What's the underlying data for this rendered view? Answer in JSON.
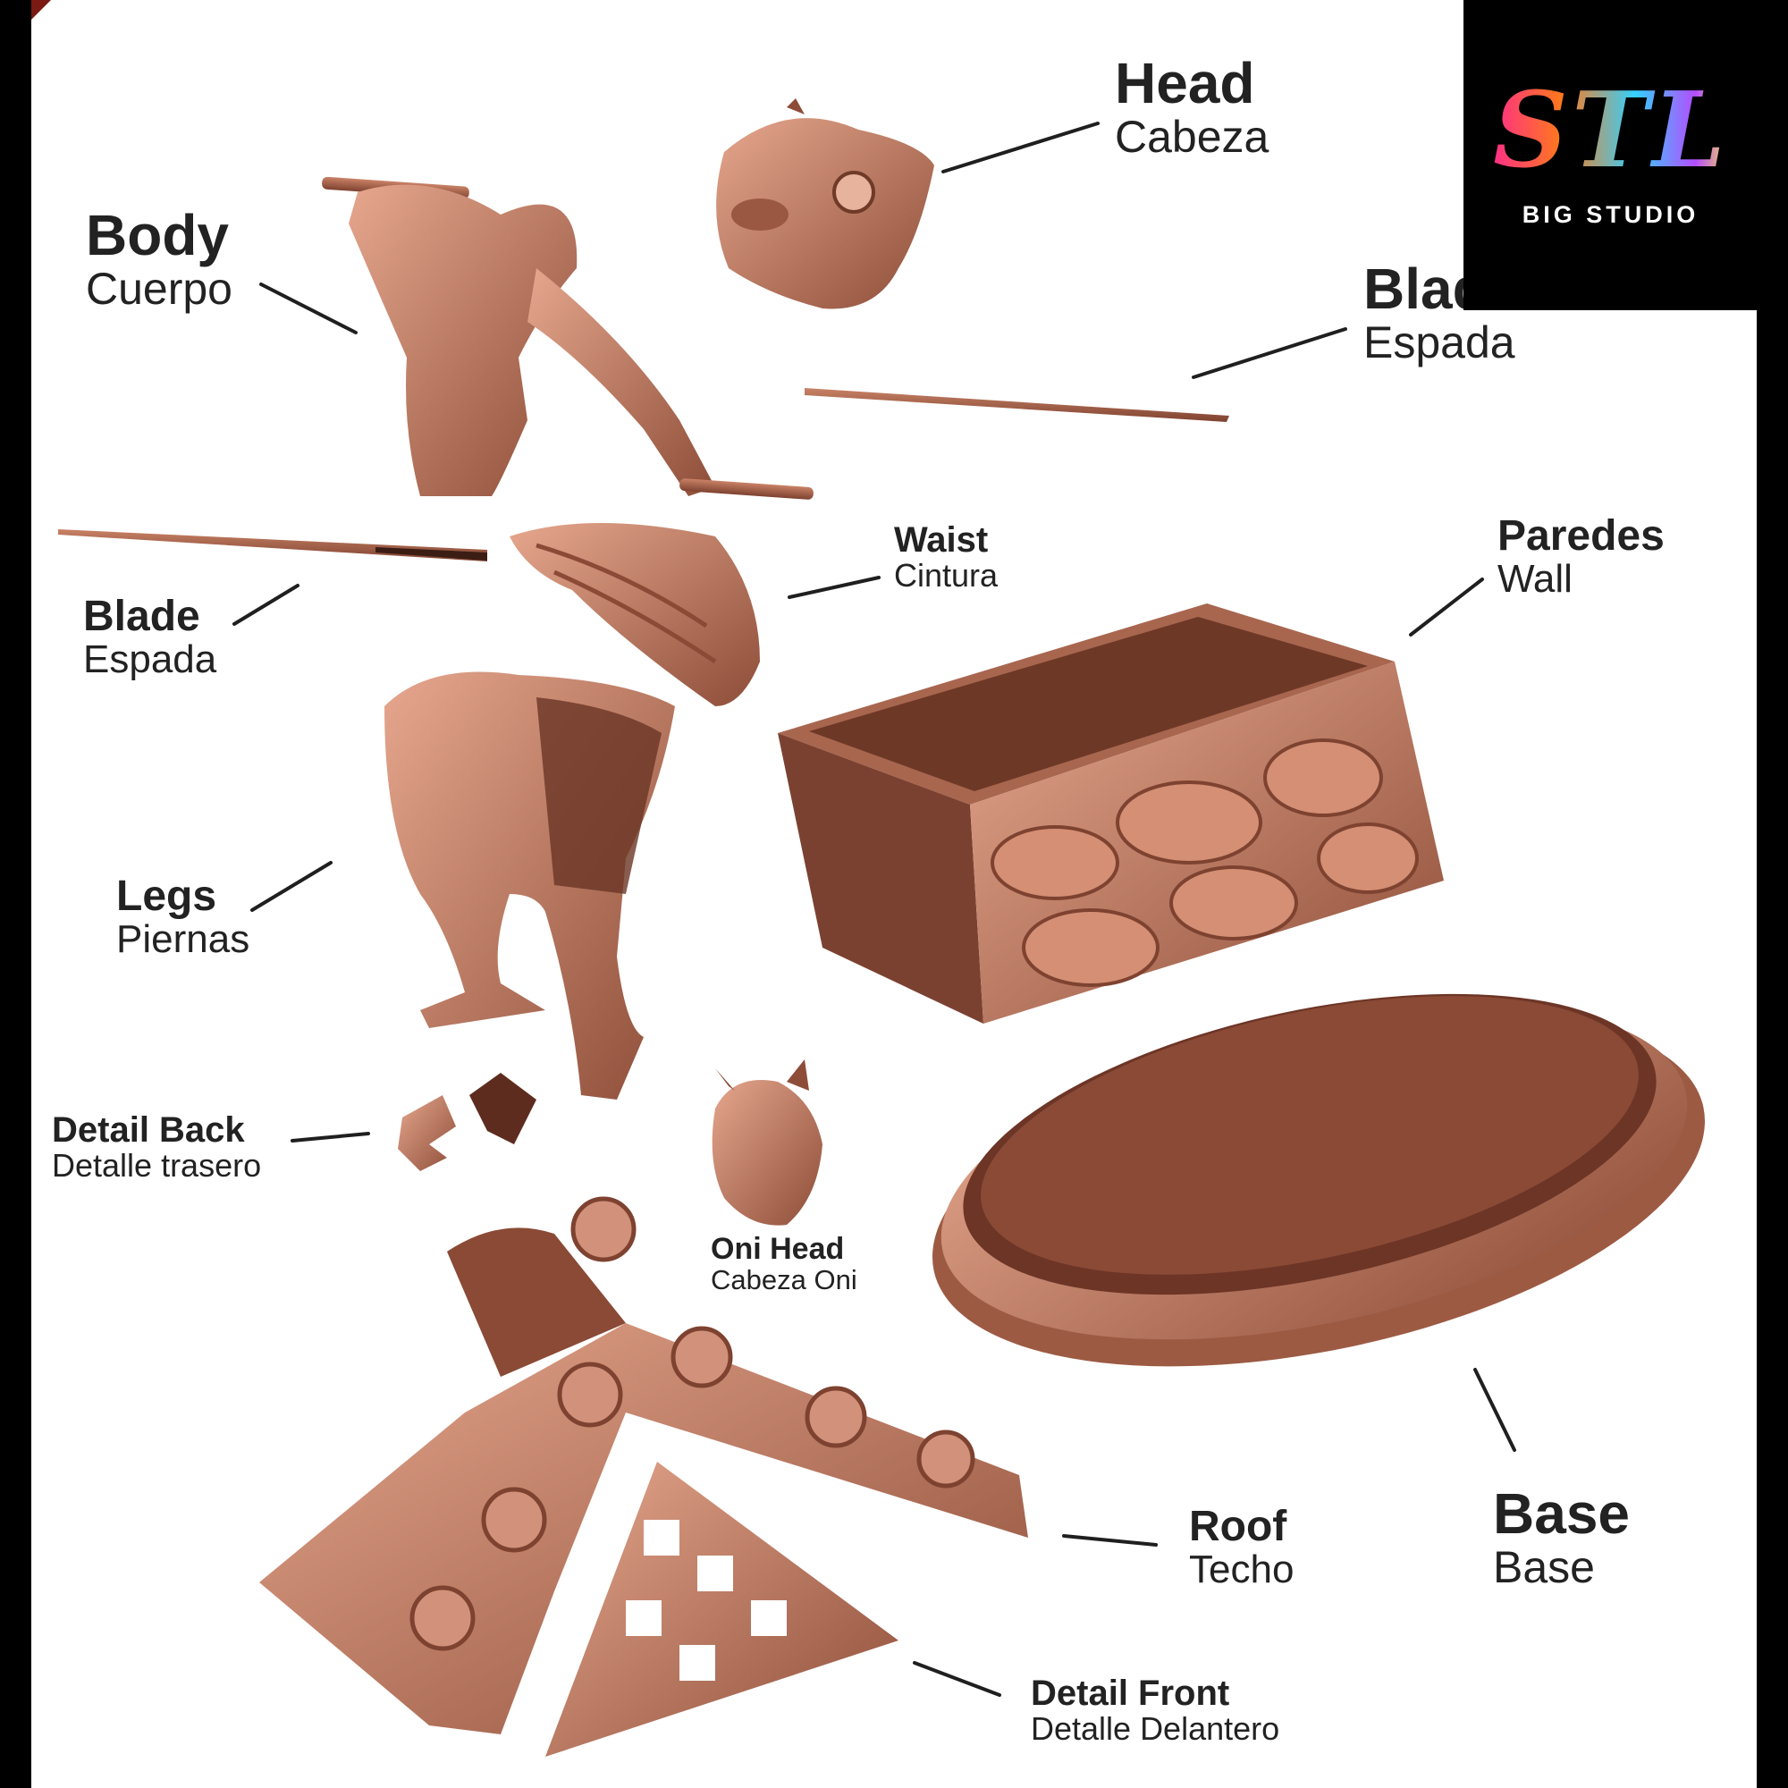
{
  "logo": {
    "mark": "STL",
    "subtitle": "BIG STUDIO"
  },
  "labels": {
    "head": {
      "en": "Head",
      "es": "Cabeza"
    },
    "body": {
      "en": "Body",
      "es": "Cuerpo"
    },
    "blade_top": {
      "en": "Blade",
      "es": "Espada"
    },
    "blade_left": {
      "en": "Blade",
      "es": "Espada"
    },
    "waist": {
      "en": "Waist",
      "es": "Cintura"
    },
    "wall": {
      "en": "Paredes",
      "es": "Wall"
    },
    "legs": {
      "en": "Legs",
      "es": "Piernas"
    },
    "detail_back": {
      "en": "Detail Back",
      "es": "Detalle trasero"
    },
    "oni_head": {
      "en": "Oni Head",
      "es": "Cabeza Oni"
    },
    "roof": {
      "en": "Roof",
      "es": "Techo"
    },
    "base": {
      "en": "Base",
      "es": "Base"
    },
    "detail_front": {
      "en": "Detail Front",
      "es": "Detalle Delantero"
    }
  },
  "colors": {
    "part": "#c47c62",
    "part_dark": "#8a4a36",
    "part_light": "#e0a38a",
    "label": "#222222",
    "background": "#ffffff"
  }
}
